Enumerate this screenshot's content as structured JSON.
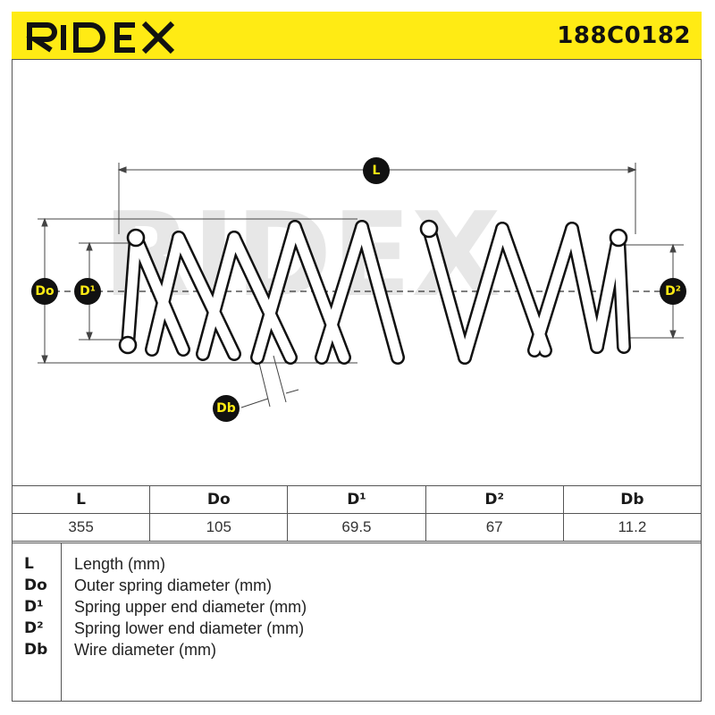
{
  "header": {
    "brand": "RIDEX",
    "part_number": "188C0182",
    "background_color": "#ffeb14"
  },
  "diagram": {
    "icon": "coil-spring-icon",
    "watermark": "RIDEX",
    "labels": {
      "length": "L",
      "outer_diameter": "Do",
      "upper_end_diameter": "D¹",
      "lower_end_diameter": "D²",
      "wire_diameter": "Db"
    }
  },
  "table": {
    "headers": [
      "L",
      "Do",
      "D¹",
      "D²",
      "Db"
    ],
    "values": [
      "355",
      "105",
      "69.5",
      "67",
      "11.2"
    ]
  },
  "legend": [
    {
      "symbol": "L",
      "description": "Length (mm)"
    },
    {
      "symbol": "Do",
      "description": "Outer spring diameter (mm)"
    },
    {
      "symbol": "D¹",
      "description": "Spring upper end diameter (mm)"
    },
    {
      "symbol": "D²",
      "description": "Spring lower end diameter (mm)"
    },
    {
      "symbol": "Db",
      "description": "Wire diameter (mm)"
    }
  ]
}
